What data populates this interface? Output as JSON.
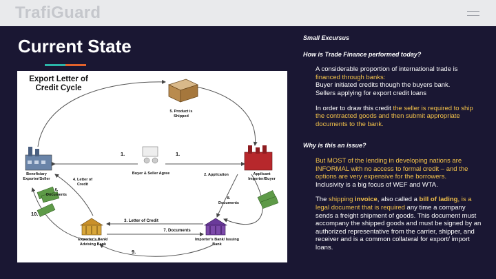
{
  "header": {
    "brand": "TrafiGuard"
  },
  "slide": {
    "title": "Current State"
  },
  "diagram": {
    "title": "Export Letter of Credit Cycle",
    "labels": {
      "product_shipped": "5. Product is Shipped",
      "buyer_seller": "Buyer & Seller Agree",
      "beneficiary": "Beneficiary Exporter/Seller",
      "applicant": "Applicant Importer/Buyer",
      "application": "2. Application",
      "letter_of_credit": "4. Letter of Credit",
      "documents_6": "6. Documents",
      "documents_8": "8. Documents",
      "exporters_bank": "Exporter's Bank/ Advising Bank",
      "importers_bank": "Importer's Bank/ Issuing Bank",
      "loc_3": "3. Letter of Credit",
      "docs_7": "7. Documents"
    },
    "numbers": {
      "n1a": "1.",
      "n1b": "1.",
      "n9": "9.",
      "n10": "10."
    }
  },
  "text": {
    "h1": "Small Excursus",
    "h2": "How is Trade Finance performed today?",
    "p1_a": "A considerable proportion of international trade is ",
    "p1_b": "financed through banks:",
    "p1_c": "Buyer initiated credits though the buyers bank.",
    "p1_d": "Sellers applying for export credit loans",
    "p2_a": "In order to draw this credit ",
    "p2_b": "the seller is required to ship the contracted goods and then submit appropriate documents to the bank.",
    "h3": "Why is this an issue?",
    "p3_a": "But MOST of the lending in developing nations are INFORMAL with no access to formal credit – and the options are very expensive for the borrowers.",
    "p3_b": "Inclusivity is a big focus of WEF and WTA.",
    "p4_a": "The ",
    "p4_b": "shipping ",
    "p4_c": "invoice",
    "p4_d": ", also called a ",
    "p4_e": "bill of lading",
    "p4_f": ", is a legal document that is required",
    "p4_g": " any time a company sends a freight shipment of goods. This document must accompany the shipped goods and must be signed by an authorized representative from the carrier, shipper, and receiver and is a common collateral for export/ import loans."
  },
  "colors": {
    "background": "#1a1733",
    "accent_yellow": "#f3c24a",
    "underline_teal": "#2bb5a8",
    "underline_orange": "#e2622c"
  }
}
